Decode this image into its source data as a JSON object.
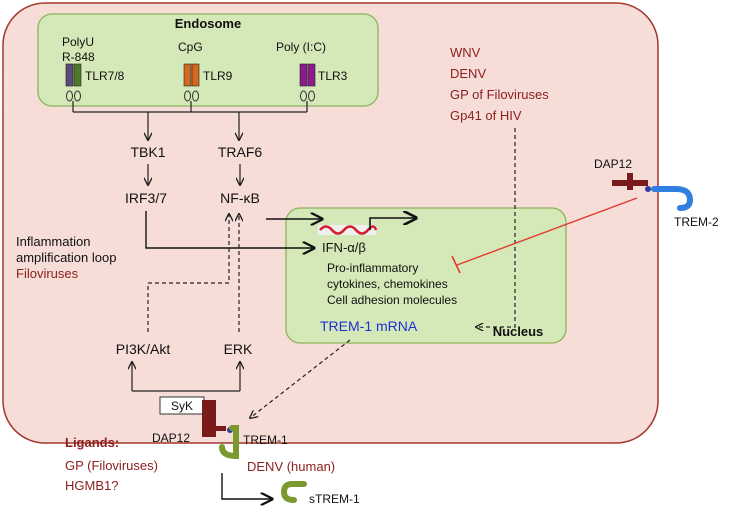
{
  "endosome": {
    "title": "Endosome",
    "ligand_polyu": "PolyU",
    "ligand_r848": "R-848",
    "ligand_cpg": "CpG",
    "ligand_polyic": "Poly (I:C)",
    "tlr78": "TLR7/8",
    "tlr9": "TLR9",
    "tlr3": "TLR3"
  },
  "signaling": {
    "tbk1": "TBK1",
    "traf6": "TRAF6",
    "irf37": "IRF3/7",
    "nfkb": "NF-κB",
    "pi3k": "PI3K/Akt",
    "erk": "ERK",
    "syk": "SyK"
  },
  "loop": {
    "line1": "Inflammation",
    "line2": "amplification loop",
    "line3": "Filoviruses"
  },
  "nucleus": {
    "title": "Nucleus",
    "ifn": "IFN-α/β",
    "line1": "Pro-inflammatory",
    "line2": "cytokines, chemokines",
    "line3": "Cell adhesion molecules",
    "trem1_mrna": "TREM-1 mRNA"
  },
  "viruses": [
    "WNV",
    "DENV",
    "GP of Filoviruses",
    "Gp41 of HIV"
  ],
  "trem2": {
    "dap12": "DAP12",
    "label": "TREM-2"
  },
  "trem1": {
    "dap12": "DAP12",
    "label": "TREM-1",
    "denv": "DENV (human)",
    "strem": "sTREM-1"
  },
  "ligands": {
    "title": "Ligands:",
    "item1": "GP (Filoviruses)",
    "item2": "HGMB1?"
  },
  "colors": {
    "cell_fill": "#f7ddd8",
    "cell_stroke": "#a3372c",
    "green_fill": "#d5e8b8",
    "green_stroke": "#8cb25a",
    "dark_red": "#8b2020",
    "blue": "#1f2fd6",
    "trem2_blue": "#2f7ee0",
    "trem1_green": "#7a9a2e",
    "inhibit_red": "#e23b2f"
  }
}
